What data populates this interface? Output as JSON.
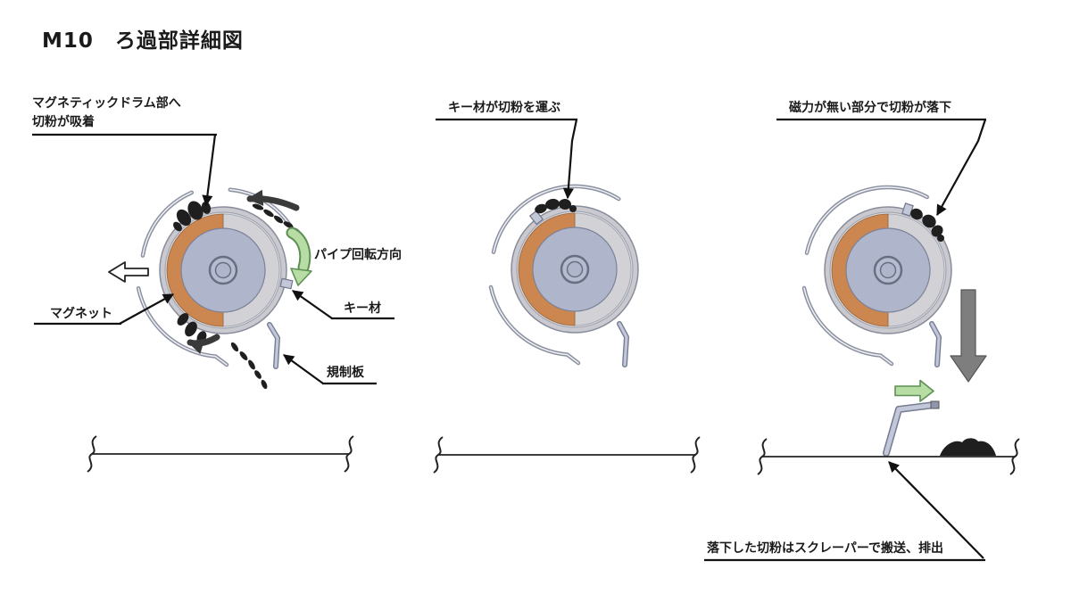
{
  "title": "M10　ろ過部詳細図",
  "panels": [
    {
      "name": "magnetic-adsorption",
      "callout_line1": "マグネティックドラム部へ",
      "callout_line2": "切粉が吸着",
      "label_rotation": "パイプ回転方向",
      "label_magnet": "マグネット",
      "label_key": "キー材",
      "label_plate": "規制板"
    },
    {
      "name": "key-carries-chips",
      "callout": "キー材が切粉を運ぶ"
    },
    {
      "name": "chips-fall",
      "callout": "磁力が無い部分で切粉が落下",
      "callout_bottom": "落下した切粉はスクレーパーで搬送、排出"
    }
  ],
  "colors": {
    "magnet": "#CC8650",
    "drum_core": "#AFB5CB",
    "pipe": "#C9C9CF",
    "chips": "#1F1F1F",
    "rotation_arrow_green": "#B7DCA4",
    "rotation_arrow_green_edge": "#5E8F54",
    "fall_arrow_gray": "#7E7E7E",
    "line_black": "#111111"
  },
  "icons": {
    "pipe_rotation_arrow": "green-curved-arrow-clockwise",
    "chip_flow_arrows": "dark-curved-arrow-counterclockwise",
    "clean_side_arrow": "white-outline-arrow-left",
    "chip_fall_arrow": "gray-thick-arrow-down",
    "scraper_direction_arrow": "green-arrow-right",
    "break_marks": "s-curve-break-symbol"
  }
}
